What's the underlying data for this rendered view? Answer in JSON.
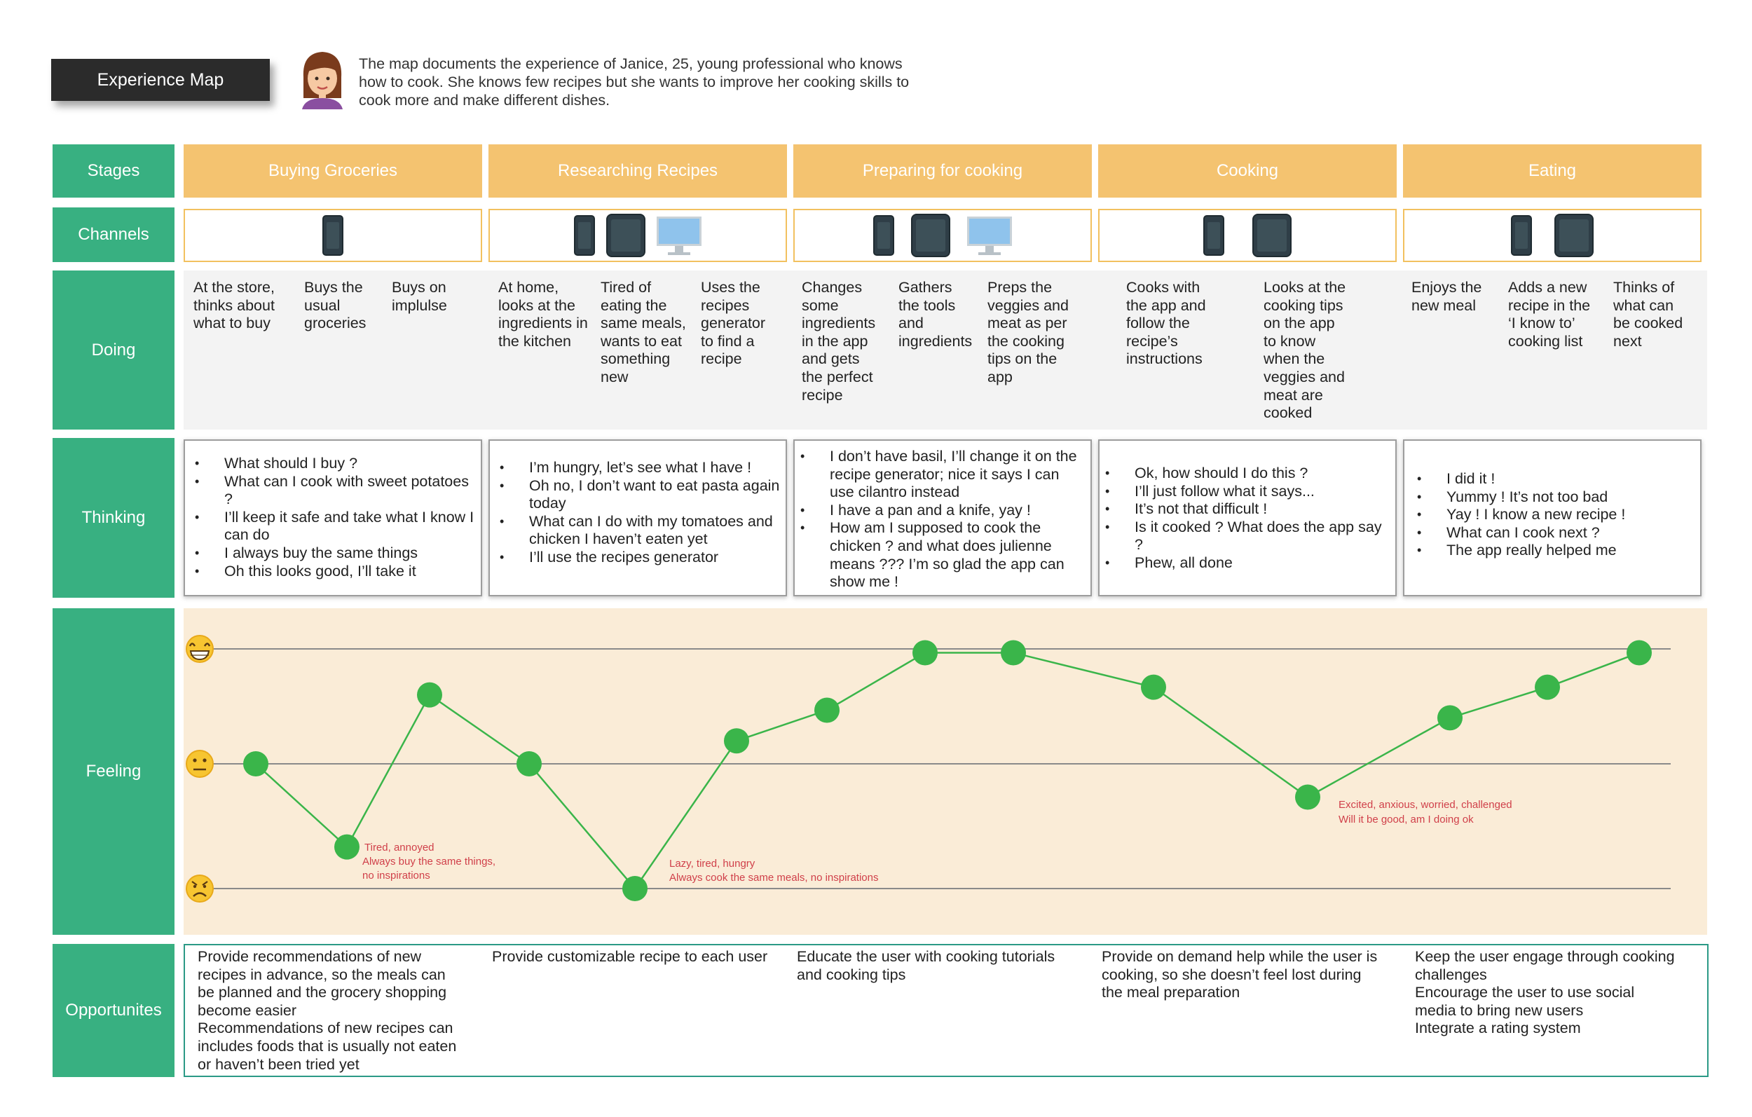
{
  "header": {
    "title": "Experience Map",
    "intro_line1": "The map documents the experience of Janice, 25, young professional who knows",
    "intro_line2": "how to cook. She knows few recipes but she wants to improve her cooking skills to",
    "intro_line3": "cook more and make different dishes."
  },
  "rows": {
    "stages": "Stages",
    "channels": "Channels",
    "doing": "Doing",
    "thinking": "Thinking",
    "feeling": "Feeling",
    "opportunities": "Opportunites"
  },
  "stages": [
    "Buying Groceries",
    "Researching Recipes",
    "Preparing for cooking",
    "Cooking",
    "Eating"
  ],
  "channels": [
    [
      "phone-icon"
    ],
    [
      "phone-icon",
      "tablet-icon",
      "desktop-icon"
    ],
    [
      "phone-icon",
      "tablet-icon",
      "desktop-icon"
    ],
    [
      "phone-icon",
      "tablet-icon"
    ],
    [
      "phone-icon",
      "tablet-icon"
    ]
  ],
  "doing": [
    "At the store,\nthinks about\nwhat to buy",
    "Buys the\nusual\ngroceries",
    "Buys on\nimplulse",
    "At home,\nlooks at the\ningredients in\nthe kitchen",
    "Tired of\neating the\nsame meals,\nwants to eat\nsomething\nnew",
    "Uses the\nrecipes\ngenerator\nto find a\nrecipe",
    "Changes\nsome\ningredients\nin the app\nand gets\nthe perfect\nrecipe",
    "Gathers\nthe tools\nand\ningredients",
    "Preps the\nveggies and\nmeat as per\nthe cooking\ntips on the\napp",
    "Cooks with\nthe app and\nfollow the\nrecipe’s\ninstructions",
    "Looks at the\ncooking tips\non the app\nto know\nwhen the\nveggies and\nmeat are\ncooked",
    "Enjoys the\nnew meal",
    "Adds a new\nrecipe in the\n‘I know to’\ncooking list",
    "Thinks of\nwhat can\nbe cooked\nnext"
  ],
  "thinking": [
    [
      "What should I buy ?",
      "What can I cook with sweet potatoes ?",
      "I’ll keep it safe and take what I know I can do",
      "I always buy the same things",
      "Oh this looks good, I’ll take it"
    ],
    [
      "I’m hungry, let’s see what I have !",
      "Oh no, I don’t want to eat pasta again today",
      "What can I do with my tomatoes and chicken I haven’t eaten yet",
      "I’ll use the recipes generator"
    ],
    [
      "I don’t have basil, I’ll change it on the recipe generator; nice it says I can use cilantro instead",
      "I have a pan and a knife, yay !",
      "How am I supposed to cook the chicken ? and what does julienne means ??? I’m so glad the app can show me !"
    ],
    [
      "Ok, how should I do this ?",
      "I’ll just follow what it says...",
      "It’s not that difficult !",
      "Is it cooked ? What does the app say ?",
      "Phew, all done"
    ],
    [
      "I did it !",
      "Yummy ! It’s not too bad",
      "Yay ! I know a new recipe !",
      "What can I cook next ?",
      "The app really helped me"
    ]
  ],
  "feeling": {
    "levels": [
      "happy",
      "neutral",
      "unhappy"
    ],
    "level_icons": [
      "grinning-face-icon",
      "neutral-face-icon",
      "frowning-face-icon"
    ],
    "curve_color": "#3ab54a",
    "points": [
      0.5,
      -0.5,
      1.4,
      0.5,
      -1.0,
      0.8,
      1.2,
      1.95,
      1.95,
      1.5,
      0.1,
      1.1,
      1.5,
      1.95
    ],
    "notes": [
      {
        "line1": "Tired, annoyed",
        "line2": "Always buy the same things,",
        "line3": "no inspirations"
      },
      {
        "line1": "Lazy, tired, hungry",
        "line2": "Always cook the same meals, no inspirations",
        "line3": ""
      },
      {
        "line1": "Excited, anxious, worried, challenged",
        "line2": "Will it be good, am I doing ok",
        "line3": ""
      }
    ],
    "note_color": "#d0404a"
  },
  "opportunities": [
    "Provide recommendations of new\nrecipes in advance, so the meals can\nbe planned and the grocery shopping\nbecome easier\nRecommendations of new recipes can\nincludes foods that is usually not eaten\nor haven’t been tried yet",
    "Provide customizable recipe to each user",
    "Educate the user with cooking tutorials\nand cooking tips",
    "Provide on demand help while the user is\ncooking, so she doesn’t feel lost during\nthe meal preparation",
    "Keep the user engage through cooking\nchallenges\nEncourage the user to use social\nmedia to bring new users\nIntegrate a rating system"
  ],
  "colors": {
    "row_label": "#38b081",
    "stage": "#f4c370",
    "feeling_bg": "#faecd7",
    "opportunity_border": "#2b9a86"
  }
}
